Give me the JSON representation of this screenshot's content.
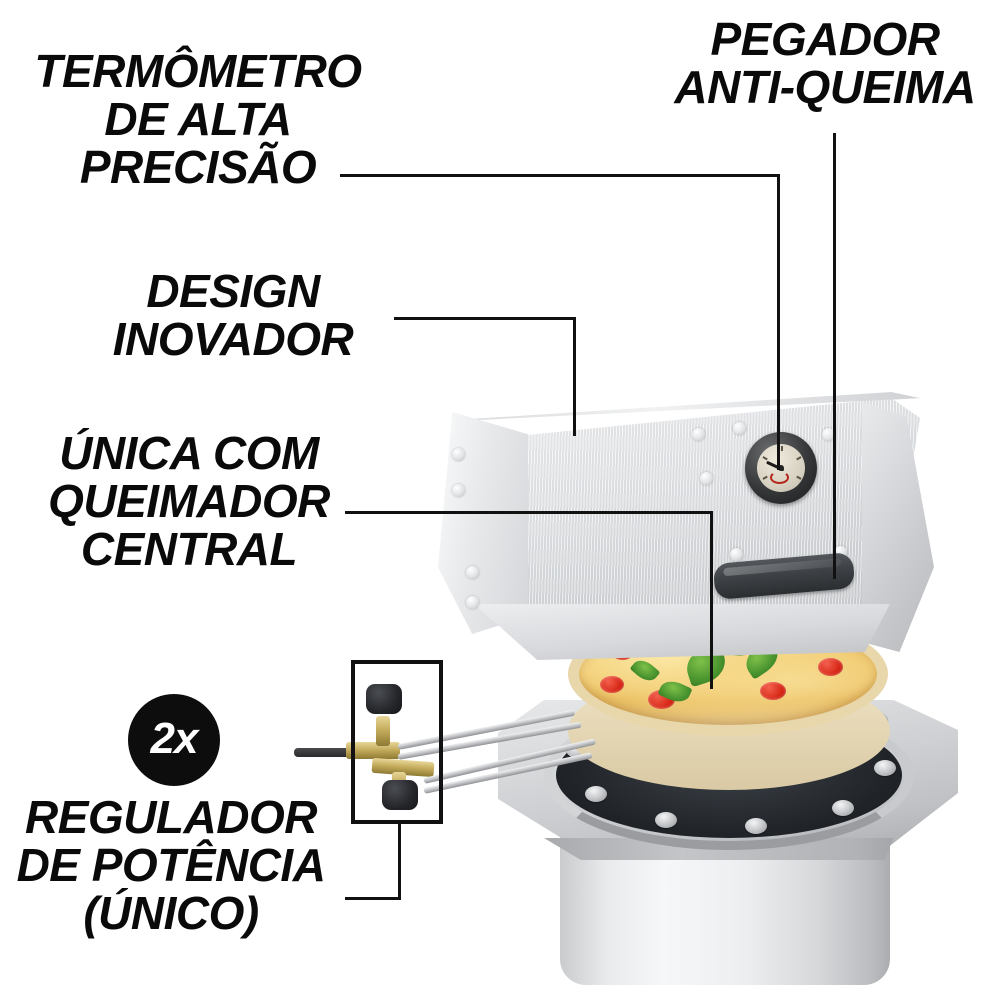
{
  "page": {
    "title": "Forno de Pizza a Gás - Infográfico de Características",
    "background_color": "#ffffff",
    "text_color": "#0a0a0a",
    "line_color": "#111111",
    "badge_color": "#0d0d0d",
    "badge_text_color": "#ffffff"
  },
  "callouts": {
    "thermometer": {
      "text": "TERMÔMETRO\nDE ALTA\nPRECISÃO",
      "align": "center",
      "target": "thermometer-gauge"
    },
    "handle": {
      "text": "PEGADOR\nANTI-QUEIMA",
      "align": "center",
      "target": "anti-burn-handle"
    },
    "design": {
      "text": "DESIGN\nINOVADOR",
      "align": "center",
      "target": "oven-lid"
    },
    "burner": {
      "text": "ÚNICA COM\nQUEIMADOR\nCENTRAL",
      "align": "center",
      "target": "central-burner"
    },
    "regulator": {
      "text": "REGULADOR\nDE POTÊNCIA\n(ÚNICO)",
      "align": "center",
      "target": "gas-regulator-assembly"
    }
  },
  "badge": {
    "label": "2x",
    "describes": "regulator"
  },
  "product": {
    "name": "forno-de-pizza",
    "parts": [
      "oven-lid",
      "thermometer-gauge",
      "anti-burn-handle",
      "pizza",
      "pizza-stone",
      "chrome-ring",
      "steel-deck",
      "cylindrical-body",
      "gas-regulator-assembly"
    ]
  },
  "colors": {
    "steel_light": "#f3f4f5",
    "steel_mid": "#d3d5d8",
    "steel_dark": "#aaacaf",
    "handle_dark": "#3d4145",
    "stone_cream": "#e8d7ab",
    "tomato_red": "#d32010",
    "basil_green": "#45902c",
    "cheese_gold": "#eec25f",
    "brass": "#c6ad5e"
  }
}
